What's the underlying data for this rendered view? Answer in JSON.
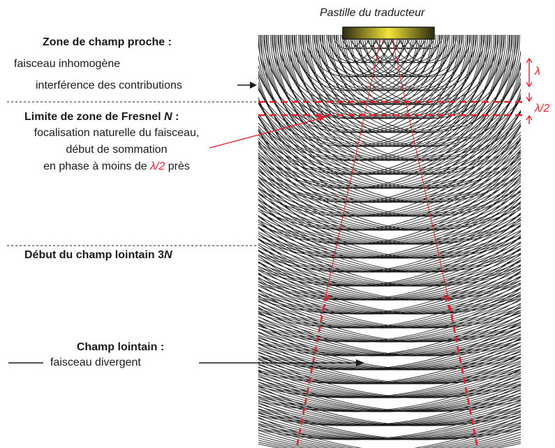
{
  "title": "Pastille du traducteur",
  "near": {
    "heading": "Zone de champ proche :",
    "line1": "faisceau inhomogène",
    "line2": "interférence des contributions"
  },
  "fresnel": {
    "heading_text": "Limite de zone de Fresnel ",
    "heading_symbol": "N",
    "heading_colon": " :",
    "line1": "focalisation naturelle du faisceau,",
    "line2": "début de sommation",
    "line3_pre": "en phase à moins de ",
    "line3_symbol": "λ/2",
    "line3_post": " près"
  },
  "far_start": {
    "text": "Début du champ lointain 3",
    "symbol": "N"
  },
  "far": {
    "heading": "Champ lointain :",
    "line1": "faisceau divergent"
  },
  "dims": {
    "lambda": "λ",
    "half_lambda": "λ/2"
  },
  "colors": {
    "accent": "#e0202a",
    "wave": "#1a1a1a",
    "transducer_dark": "#2b2a10",
    "transducer_light": "#f2e43a"
  }
}
